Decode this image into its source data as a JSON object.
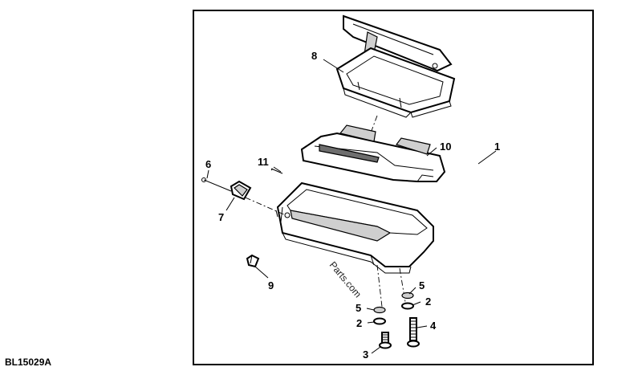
{
  "figure_id": "BL15029A",
  "watermark": "Parts.com",
  "callouts": {
    "c1": "1",
    "c2a": "2",
    "c2b": "2",
    "c3": "3",
    "c4": "4",
    "c5a": "5",
    "c5b": "5",
    "c6": "6",
    "c7": "7",
    "c8": "8",
    "c9": "9",
    "c10": "10",
    "c11": "11"
  }
}
